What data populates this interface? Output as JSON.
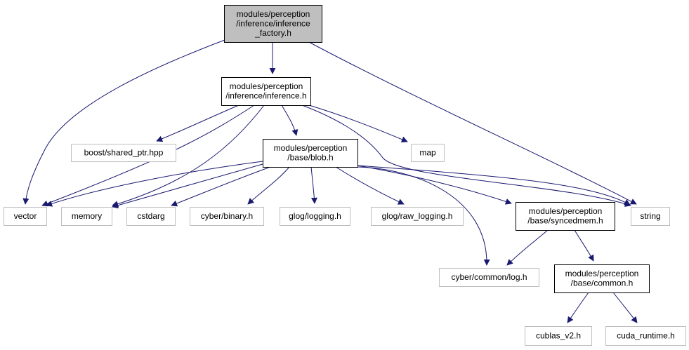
{
  "colors": {
    "edge": "#191970",
    "root_fill": "#bfbfbf",
    "node_fill": "#ffffff",
    "node_border": "#000000",
    "external_border": "#bfbfbf",
    "text": "#000000"
  },
  "nodes": {
    "inference_factory": {
      "lines": [
        "modules/perception",
        "/inference/inference",
        "_factory.h"
      ],
      "kind": "root"
    },
    "inference": {
      "lines": [
        "modules/perception",
        "/inference/inference.h"
      ],
      "kind": "internal"
    },
    "blob": {
      "lines": [
        "modules/perception",
        "/base/blob.h"
      ],
      "kind": "internal"
    },
    "syncedmem": {
      "lines": [
        "modules/perception",
        "/base/syncedmem.h"
      ],
      "kind": "internal"
    },
    "common": {
      "lines": [
        "modules/perception",
        "/base/common.h"
      ],
      "kind": "internal"
    },
    "boost_shared_ptr": {
      "lines": [
        "boost/shared_ptr.hpp"
      ],
      "kind": "external"
    },
    "map": {
      "lines": [
        "map"
      ],
      "kind": "external"
    },
    "vector": {
      "lines": [
        "vector"
      ],
      "kind": "external"
    },
    "memory": {
      "lines": [
        "memory"
      ],
      "kind": "external"
    },
    "cstdarg": {
      "lines": [
        "cstdarg"
      ],
      "kind": "external"
    },
    "cyber_binary": {
      "lines": [
        "cyber/binary.h"
      ],
      "kind": "external"
    },
    "glog_logging": {
      "lines": [
        "glog/logging.h"
      ],
      "kind": "external"
    },
    "glog_raw_logging": {
      "lines": [
        "glog/raw_logging.h"
      ],
      "kind": "external"
    },
    "string": {
      "lines": [
        "string"
      ],
      "kind": "external"
    },
    "cyber_common_log": {
      "lines": [
        "cyber/common/log.h"
      ],
      "kind": "external"
    },
    "cublas": {
      "lines": [
        "cublas_v2.h"
      ],
      "kind": "external"
    },
    "cuda_runtime": {
      "lines": [
        "cuda_runtime.h"
      ],
      "kind": "external"
    }
  },
  "edges": [
    [
      "inference_factory",
      "inference"
    ],
    [
      "inference_factory",
      "vector"
    ],
    [
      "inference_factory",
      "string"
    ],
    [
      "inference",
      "boost_shared_ptr"
    ],
    [
      "inference",
      "blob"
    ],
    [
      "inference",
      "map"
    ],
    [
      "inference",
      "vector"
    ],
    [
      "inference",
      "memory"
    ],
    [
      "inference",
      "string"
    ],
    [
      "blob",
      "vector"
    ],
    [
      "blob",
      "memory"
    ],
    [
      "blob",
      "cstdarg"
    ],
    [
      "blob",
      "cyber_binary"
    ],
    [
      "blob",
      "glog_logging"
    ],
    [
      "blob",
      "glog_raw_logging"
    ],
    [
      "blob",
      "syncedmem"
    ],
    [
      "blob",
      "cyber_common_log"
    ],
    [
      "blob",
      "string"
    ],
    [
      "syncedmem",
      "cyber_common_log"
    ],
    [
      "syncedmem",
      "common"
    ],
    [
      "common",
      "cublas"
    ],
    [
      "common",
      "cuda_runtime"
    ]
  ]
}
